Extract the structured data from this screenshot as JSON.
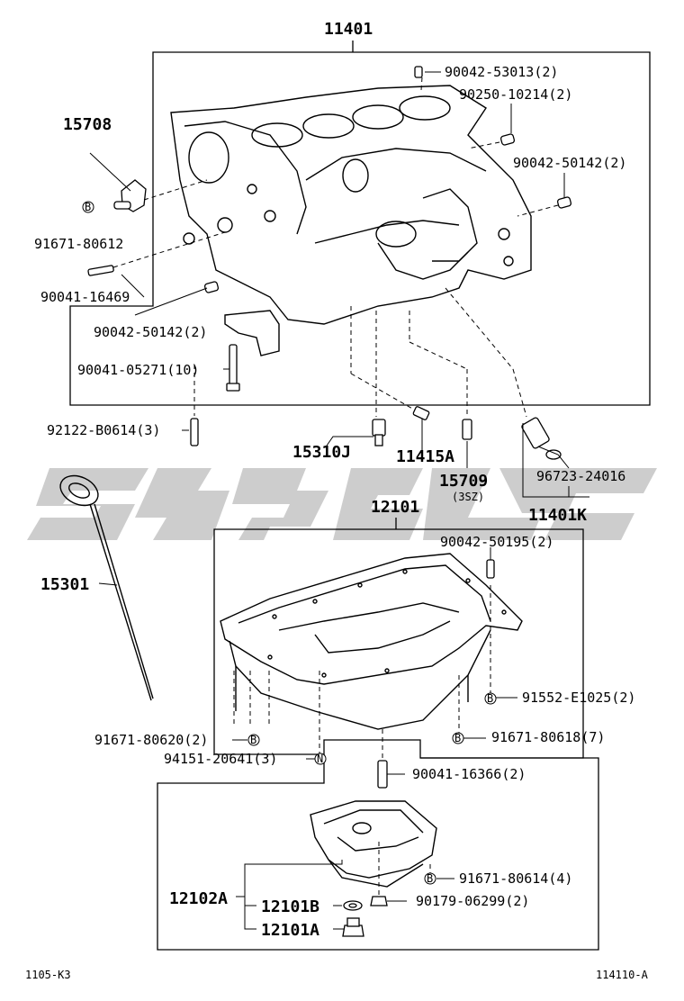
{
  "diagram": {
    "main_parts": {
      "block": "11401",
      "water_pump_bracket": "15708",
      "oil_pump_pressure_switch": "15310J",
      "jet": "11415A",
      "oil_nozzle": "15709",
      "oil_nozzle_note": "(3SZ)",
      "sensor_kit": "11401K",
      "oil_pan_upper": "12101",
      "dipstick": "15301",
      "oil_pan_lower": "12102A",
      "gasket": "12101B",
      "drain_plug": "12101A"
    },
    "callouts": {
      "c1": "90042-53013(2)",
      "c2": "90250-10214(2)",
      "c3": "90042-50142(2)",
      "c4": "91671-80612",
      "c5": "90041-16469",
      "c6": "90042-50142(2)",
      "c7": "90041-05271(10)",
      "c8": "92122-B0614(3)",
      "c9": "96723-24016",
      "c10": "90042-50195(2)",
      "c11": "91552-E1025(2)",
      "c12": "91671-80618(7)",
      "c13": "91671-80620(2)",
      "c14": "94151-20641(3)",
      "c15": "90041-16366(2)",
      "c16": "91671-80614(4)",
      "c17": "90179-06299(2)"
    },
    "badges": {
      "b": "B",
      "n": "N"
    },
    "footer": {
      "left": "1105-K3",
      "right": "114110-A"
    }
  }
}
